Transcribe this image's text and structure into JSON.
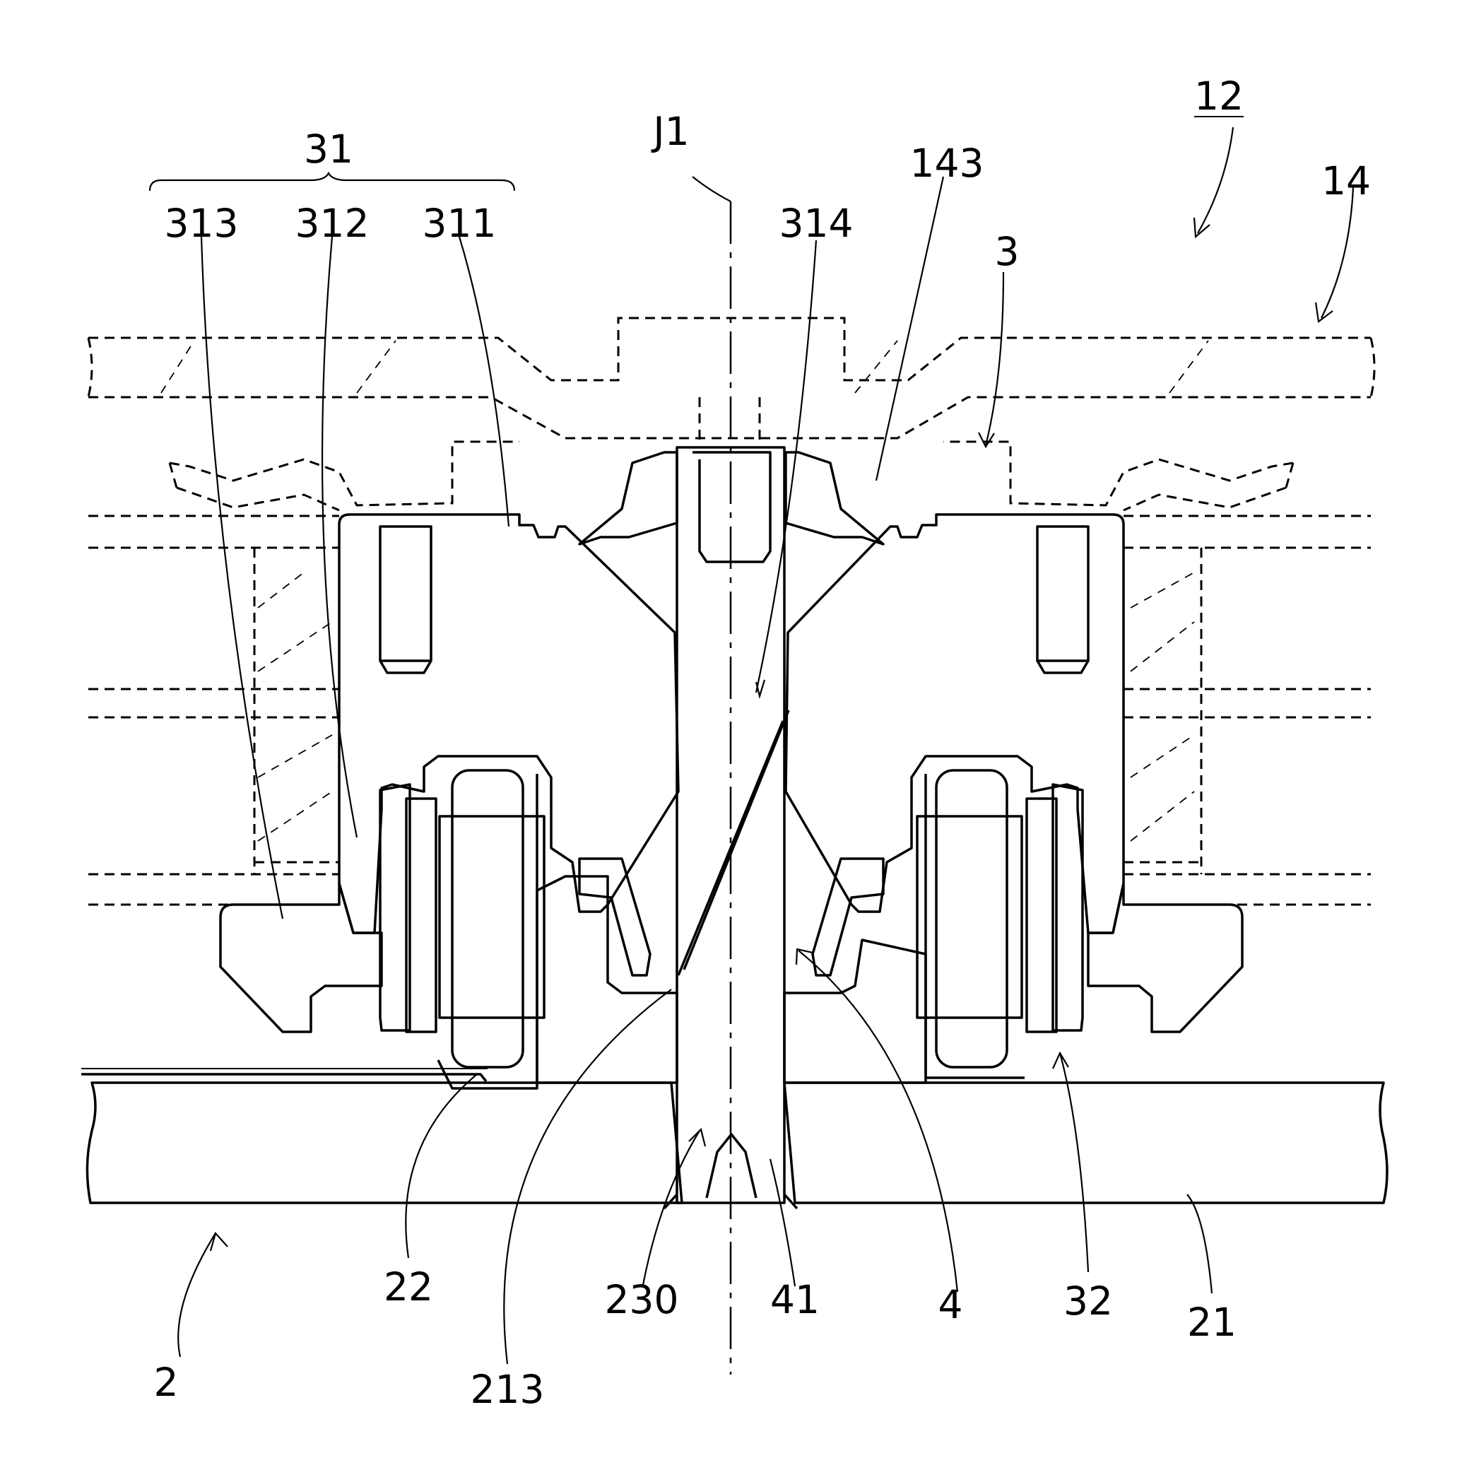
{
  "figure": {
    "labels": {
      "assembly": "12",
      "l31": "31",
      "l313": "313",
      "l312": "312",
      "l311": "311",
      "j1": "J1",
      "l314": "314",
      "l143": "143",
      "l3": "3",
      "l14": "14",
      "l22": "22",
      "l230": "230",
      "l41": "41",
      "l4": "4",
      "l32": "32",
      "l21": "21",
      "l2": "2",
      "l213": "213"
    }
  }
}
